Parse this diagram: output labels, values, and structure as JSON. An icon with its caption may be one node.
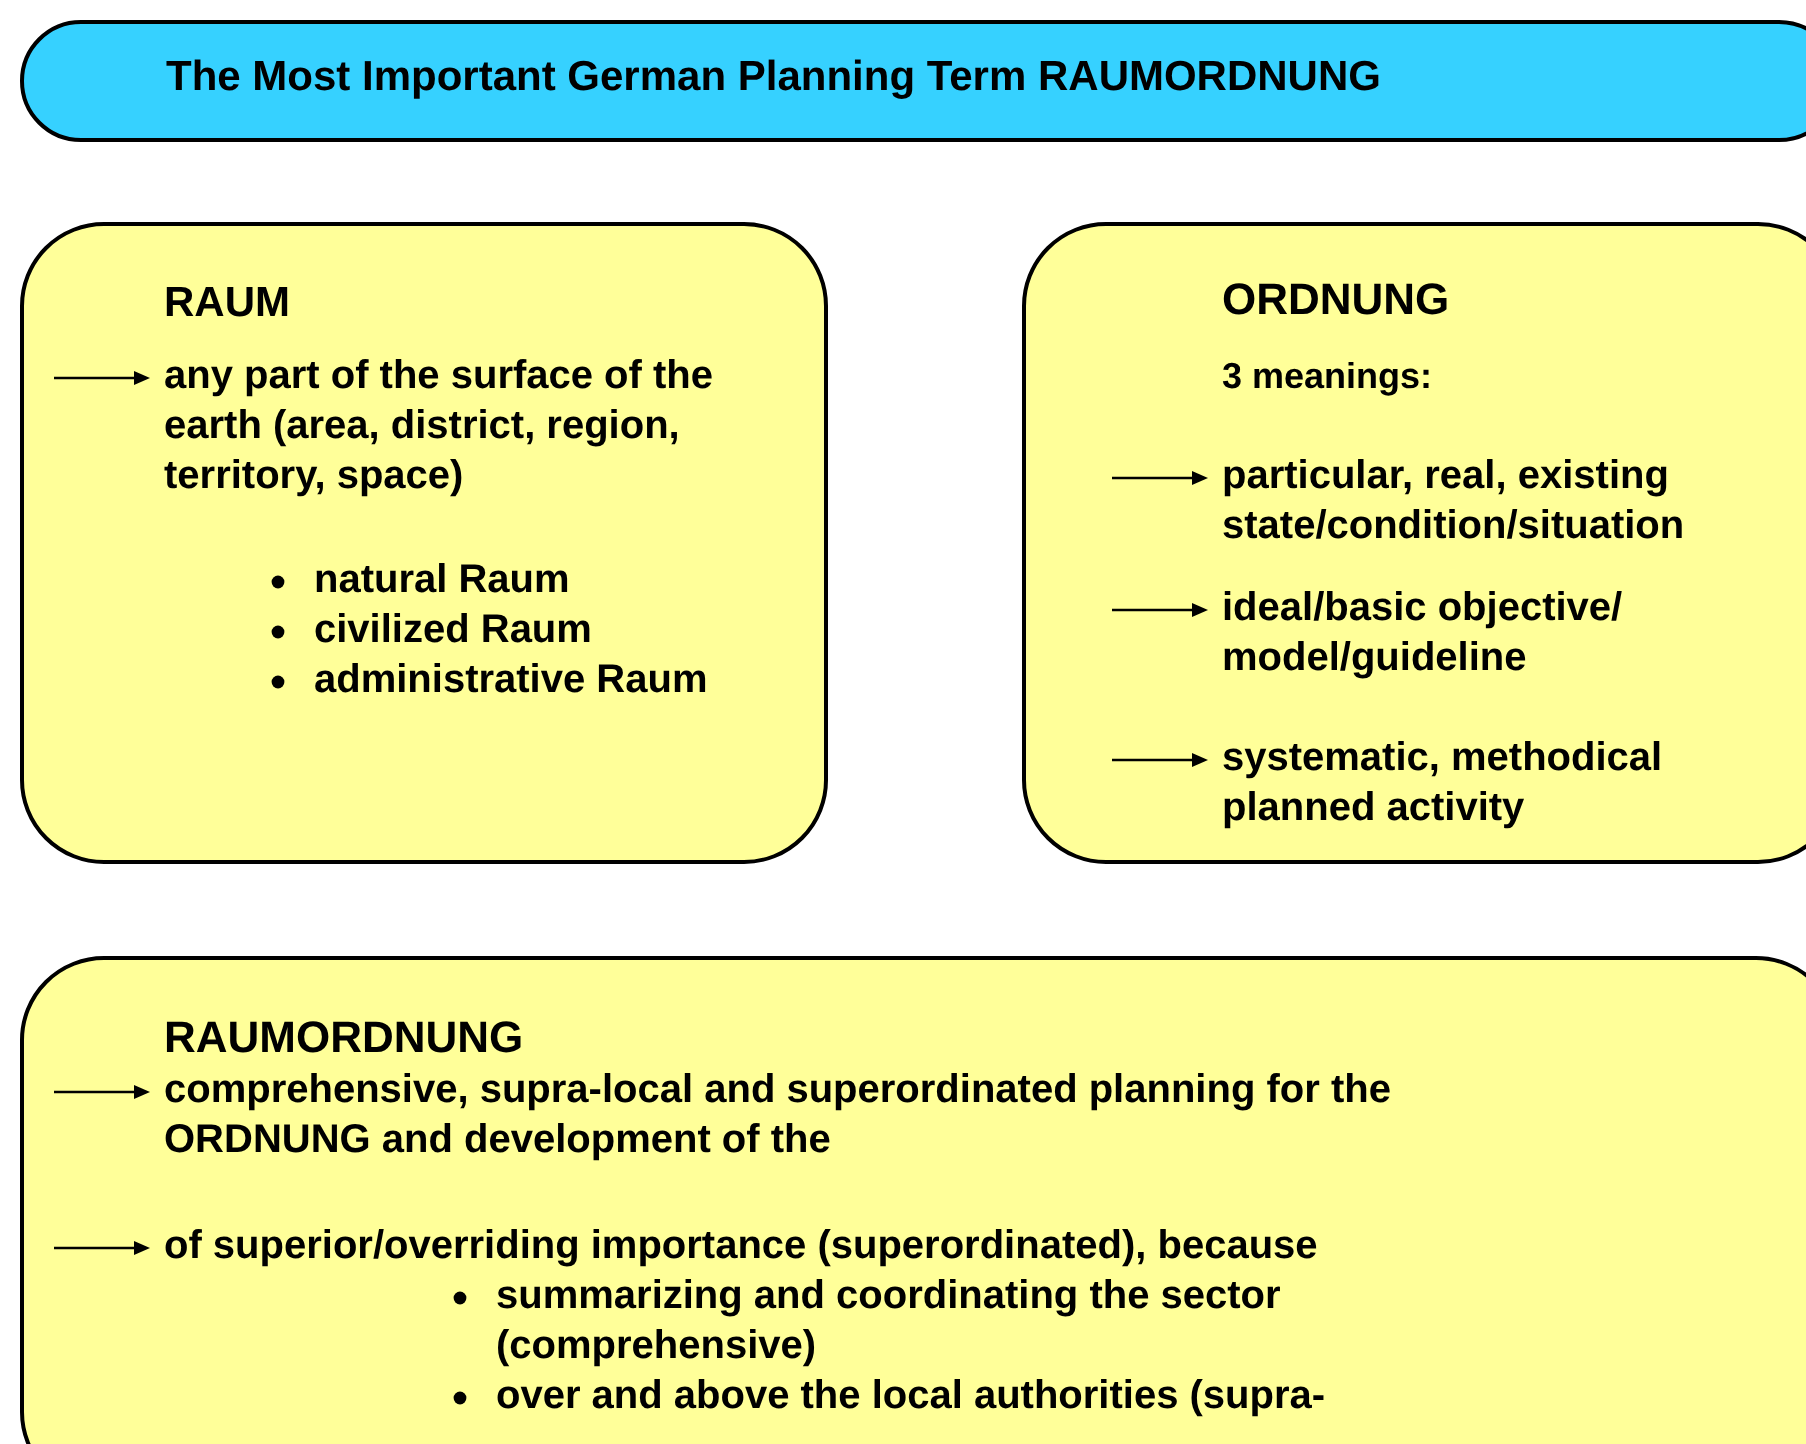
{
  "diagram": {
    "nodes": [
      {
        "text": [
          "The Most Important German Planning Term  RAUMORDNUNG"
        ]
      },
      {
        "text": [
          "RAUM",
          "any part of the surface of the earth (area, district, region, territory, space)",
          "natural Raum",
          "civilized Raum",
          "administrative Raum"
        ]
      },
      {
        "text": [
          "ORDNUNG",
          "3 meanings:",
          "particular, real, existing state/condition/situation",
          "ideal/basic objective/ model/guideline",
          "systematic, methodical planned activity"
        ]
      },
      {
        "text": [
          "RAUMORDNUNG",
          "comprehensive, supra-local and superordinated planning for the ORDNUNG and development of the",
          "of superior/overriding importance (superordinated), because",
          "summarizing and coordinating the sector (comprehensive)",
          "over and above the local authorities (supra-"
        ]
      }
    ]
  }
}
